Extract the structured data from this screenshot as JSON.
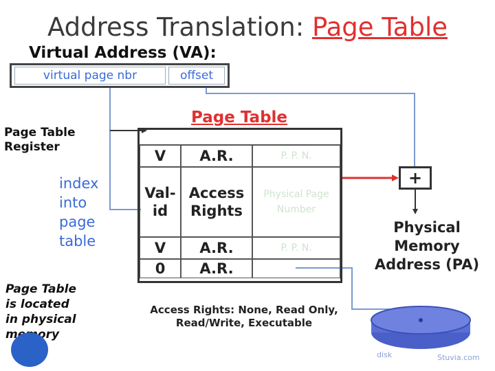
{
  "slide": {
    "title_prefix": "Address Translation: ",
    "title_highlight": "Page Table",
    "virtual_address_label": "Virtual Address (VA):",
    "virtual_page_nbr": "virtual page nbr",
    "offset": "offset",
    "page_table_register": [
      "Page Table",
      "Register"
    ],
    "index_into_page_table": [
      "index",
      "into",
      "page",
      "table"
    ],
    "page_table_located": [
      "Page Table",
      "is located",
      "in physical",
      "memory"
    ],
    "page_table_title": "Page Table",
    "table_rows": [
      {
        "v": "V",
        "ar": "A.R.",
        "ppn": "P. P. N."
      },
      {
        "v": "Val-id",
        "ar": "Access Rights",
        "ppn": "Physical Page Number"
      },
      {
        "v": "V",
        "ar": "A.R.",
        "ppn": "P. P. N."
      },
      {
        "v": "0",
        "ar": "A.R.",
        "ppn": ""
      }
    ],
    "access_rights_note": [
      "Access Rights: None, Read Only,",
      "Read/Write, Executable"
    ],
    "plus": "+",
    "physical_memory_address": [
      "Physical",
      "Memory",
      "Address (PA)"
    ],
    "disk_label": "disk",
    "site": "Stuvia.com"
  },
  "colors": {
    "accent_red": "#e03030",
    "accent_blue": "#3a6ad8",
    "disk_fill": "#5a6fd6"
  }
}
